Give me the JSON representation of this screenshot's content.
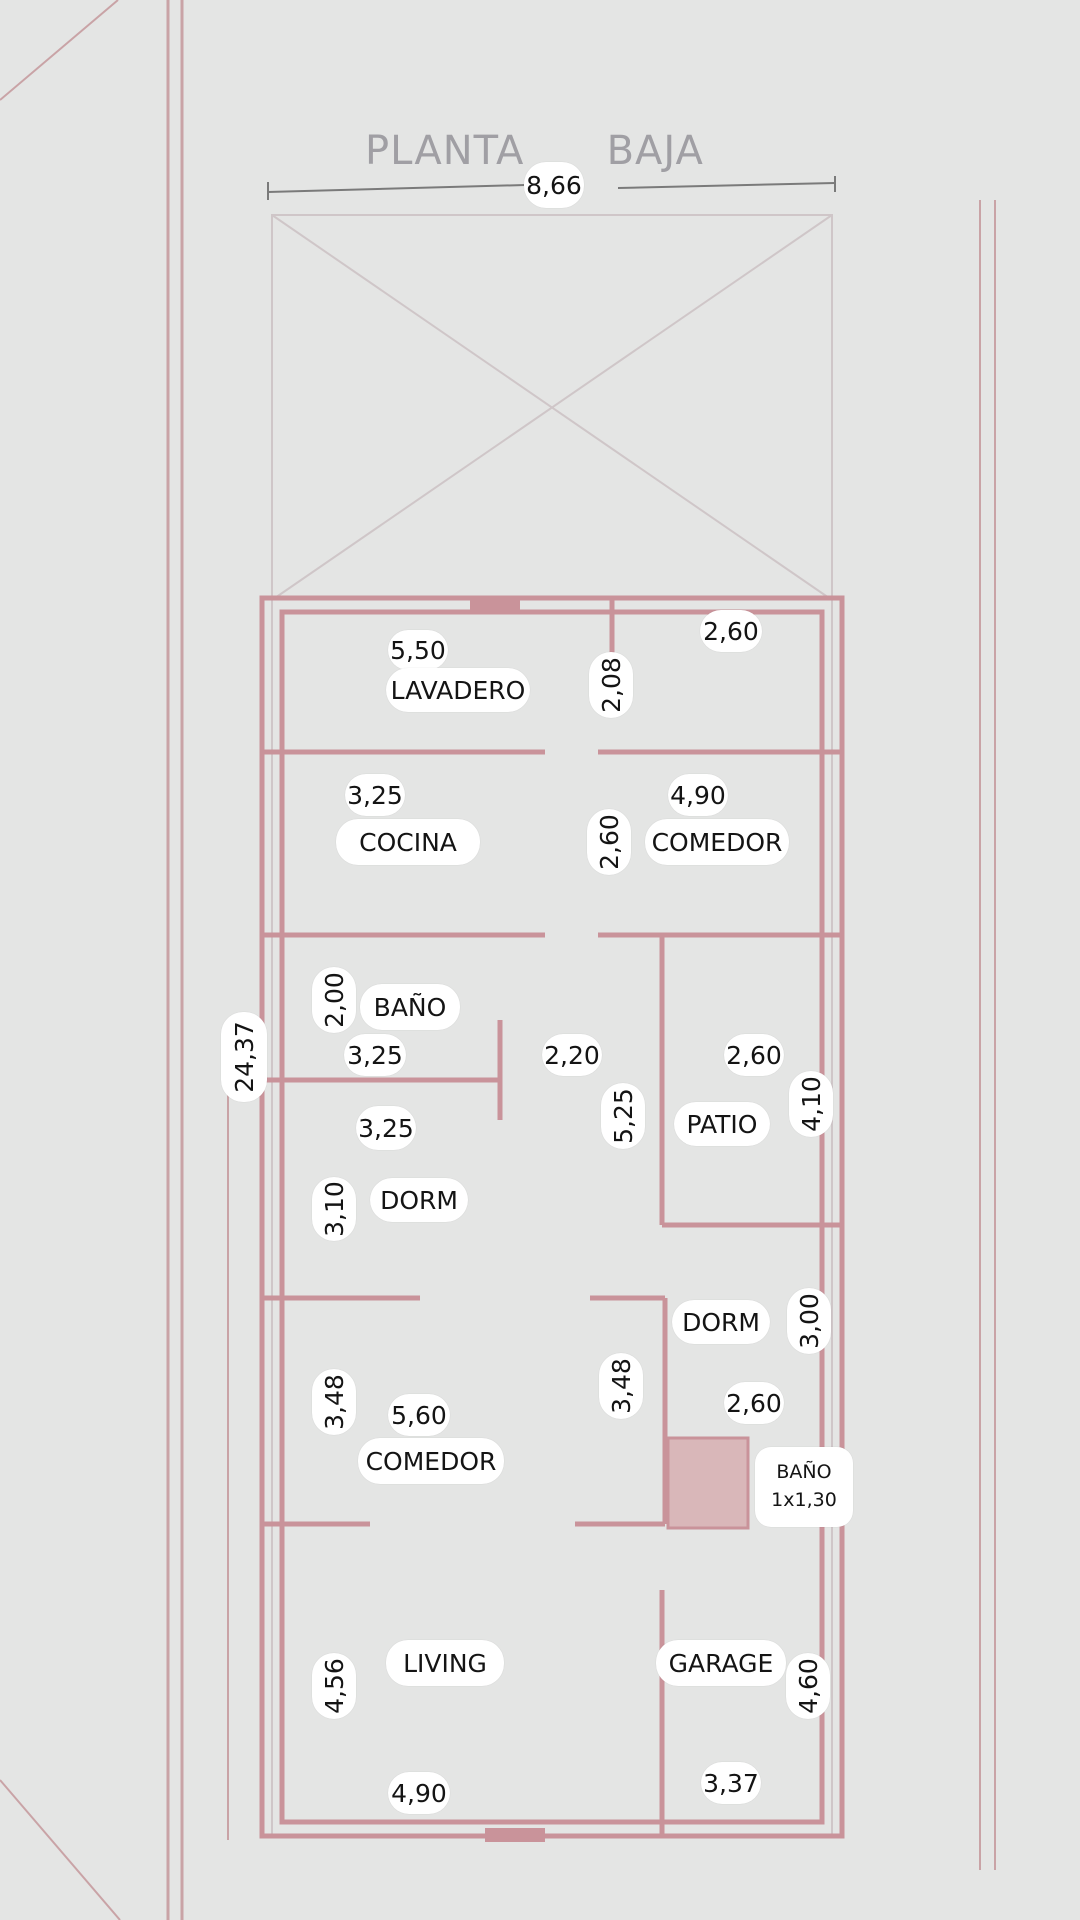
{
  "title": {
    "word1": "PLANTA",
    "word2": "BAJA"
  },
  "dimensions": {
    "frente": "8,66",
    "total_largo": "24,37",
    "lavadero_ancho": "5,50",
    "lavadero_largo": "2,08",
    "patio_trasero": "2,60",
    "cocina_ancho": "3,25",
    "comedor_ancho": "4,90",
    "comedor_largo": "2,60",
    "bano_largo": "2,00",
    "bano_ancho": "3,25",
    "pasillo": "2,20",
    "patio_ancho": "2,60",
    "patio_largo": "4,10",
    "pasillo_largo": "5,25",
    "dorm_ancho": "3,25",
    "dorm_largo": "3,10",
    "dorm2_largo": "3,00",
    "comedor2_largo": "3,48",
    "comedor2_ancho": "5,60",
    "bano2_lado": "3,48",
    "dorm2_ancho": "2,60",
    "living_largo": "4,56",
    "garage_largo": "4,60",
    "living_ancho": "4,90",
    "garage_ancho": "3,37"
  },
  "rooms": {
    "lavadero": "LAVADERO",
    "cocina": "COCINA",
    "comedor": "COMEDOR",
    "bano": "BAÑO",
    "patio": "PATIO",
    "dorm": "DORM",
    "dorm2": "DORM",
    "comedor2": "COMEDOR",
    "bano2_name": "BAÑO",
    "bano2_size": "1x1,30",
    "living": "LIVING",
    "garage": "GARAGE"
  }
}
